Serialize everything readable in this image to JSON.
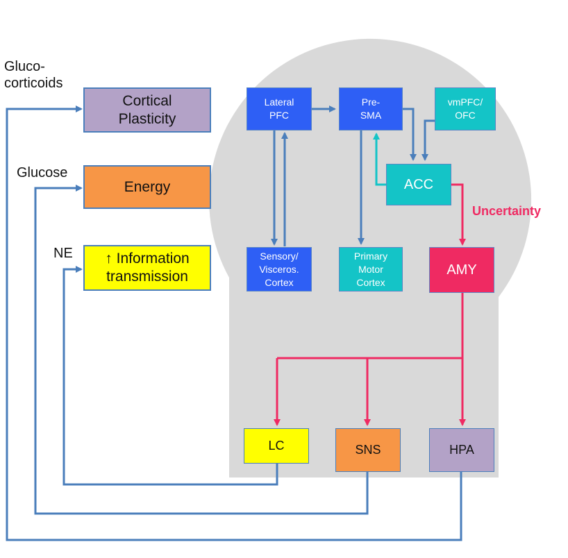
{
  "inputs": {
    "gluco": [
      "Gluco-",
      "corticoids"
    ],
    "glucose": "Glucose",
    "ne": "NE"
  },
  "effects": {
    "cortical_plasticity": [
      "Cortical",
      "Plasticity"
    ],
    "energy": "Energy",
    "information": [
      "↑ Information",
      "transmission"
    ]
  },
  "brain": {
    "lateral_pfc": [
      "Lateral",
      "PFC"
    ],
    "pre_sma": [
      "Pre-",
      "SMA"
    ],
    "vmpfc": [
      "vmPFC/",
      "OFC"
    ],
    "acc": "ACC",
    "sensory": [
      "Sensory/",
      "Visceros.",
      "Cortex"
    ],
    "primary_motor": [
      "Primary",
      "Motor",
      "Cortex"
    ],
    "amy": "AMY",
    "uncertainty": "Uncertainty"
  },
  "outputs": {
    "lc": "LC",
    "sns": "SNS",
    "hpa": "HPA"
  },
  "colors": {
    "head_fill": "#d9d9d9",
    "blue_arrow": "#4a7ebb",
    "red_arrow": "#ef2a62",
    "teal_arrow": "#14c4c7",
    "cortical_box": "#2e5ff5",
    "acc_box": "#14c4c7",
    "amy_box": "#ef2a62",
    "lc_box": "#ffff00",
    "sns_box": "#f79646",
    "hpa_box": "#b3a2c7"
  }
}
